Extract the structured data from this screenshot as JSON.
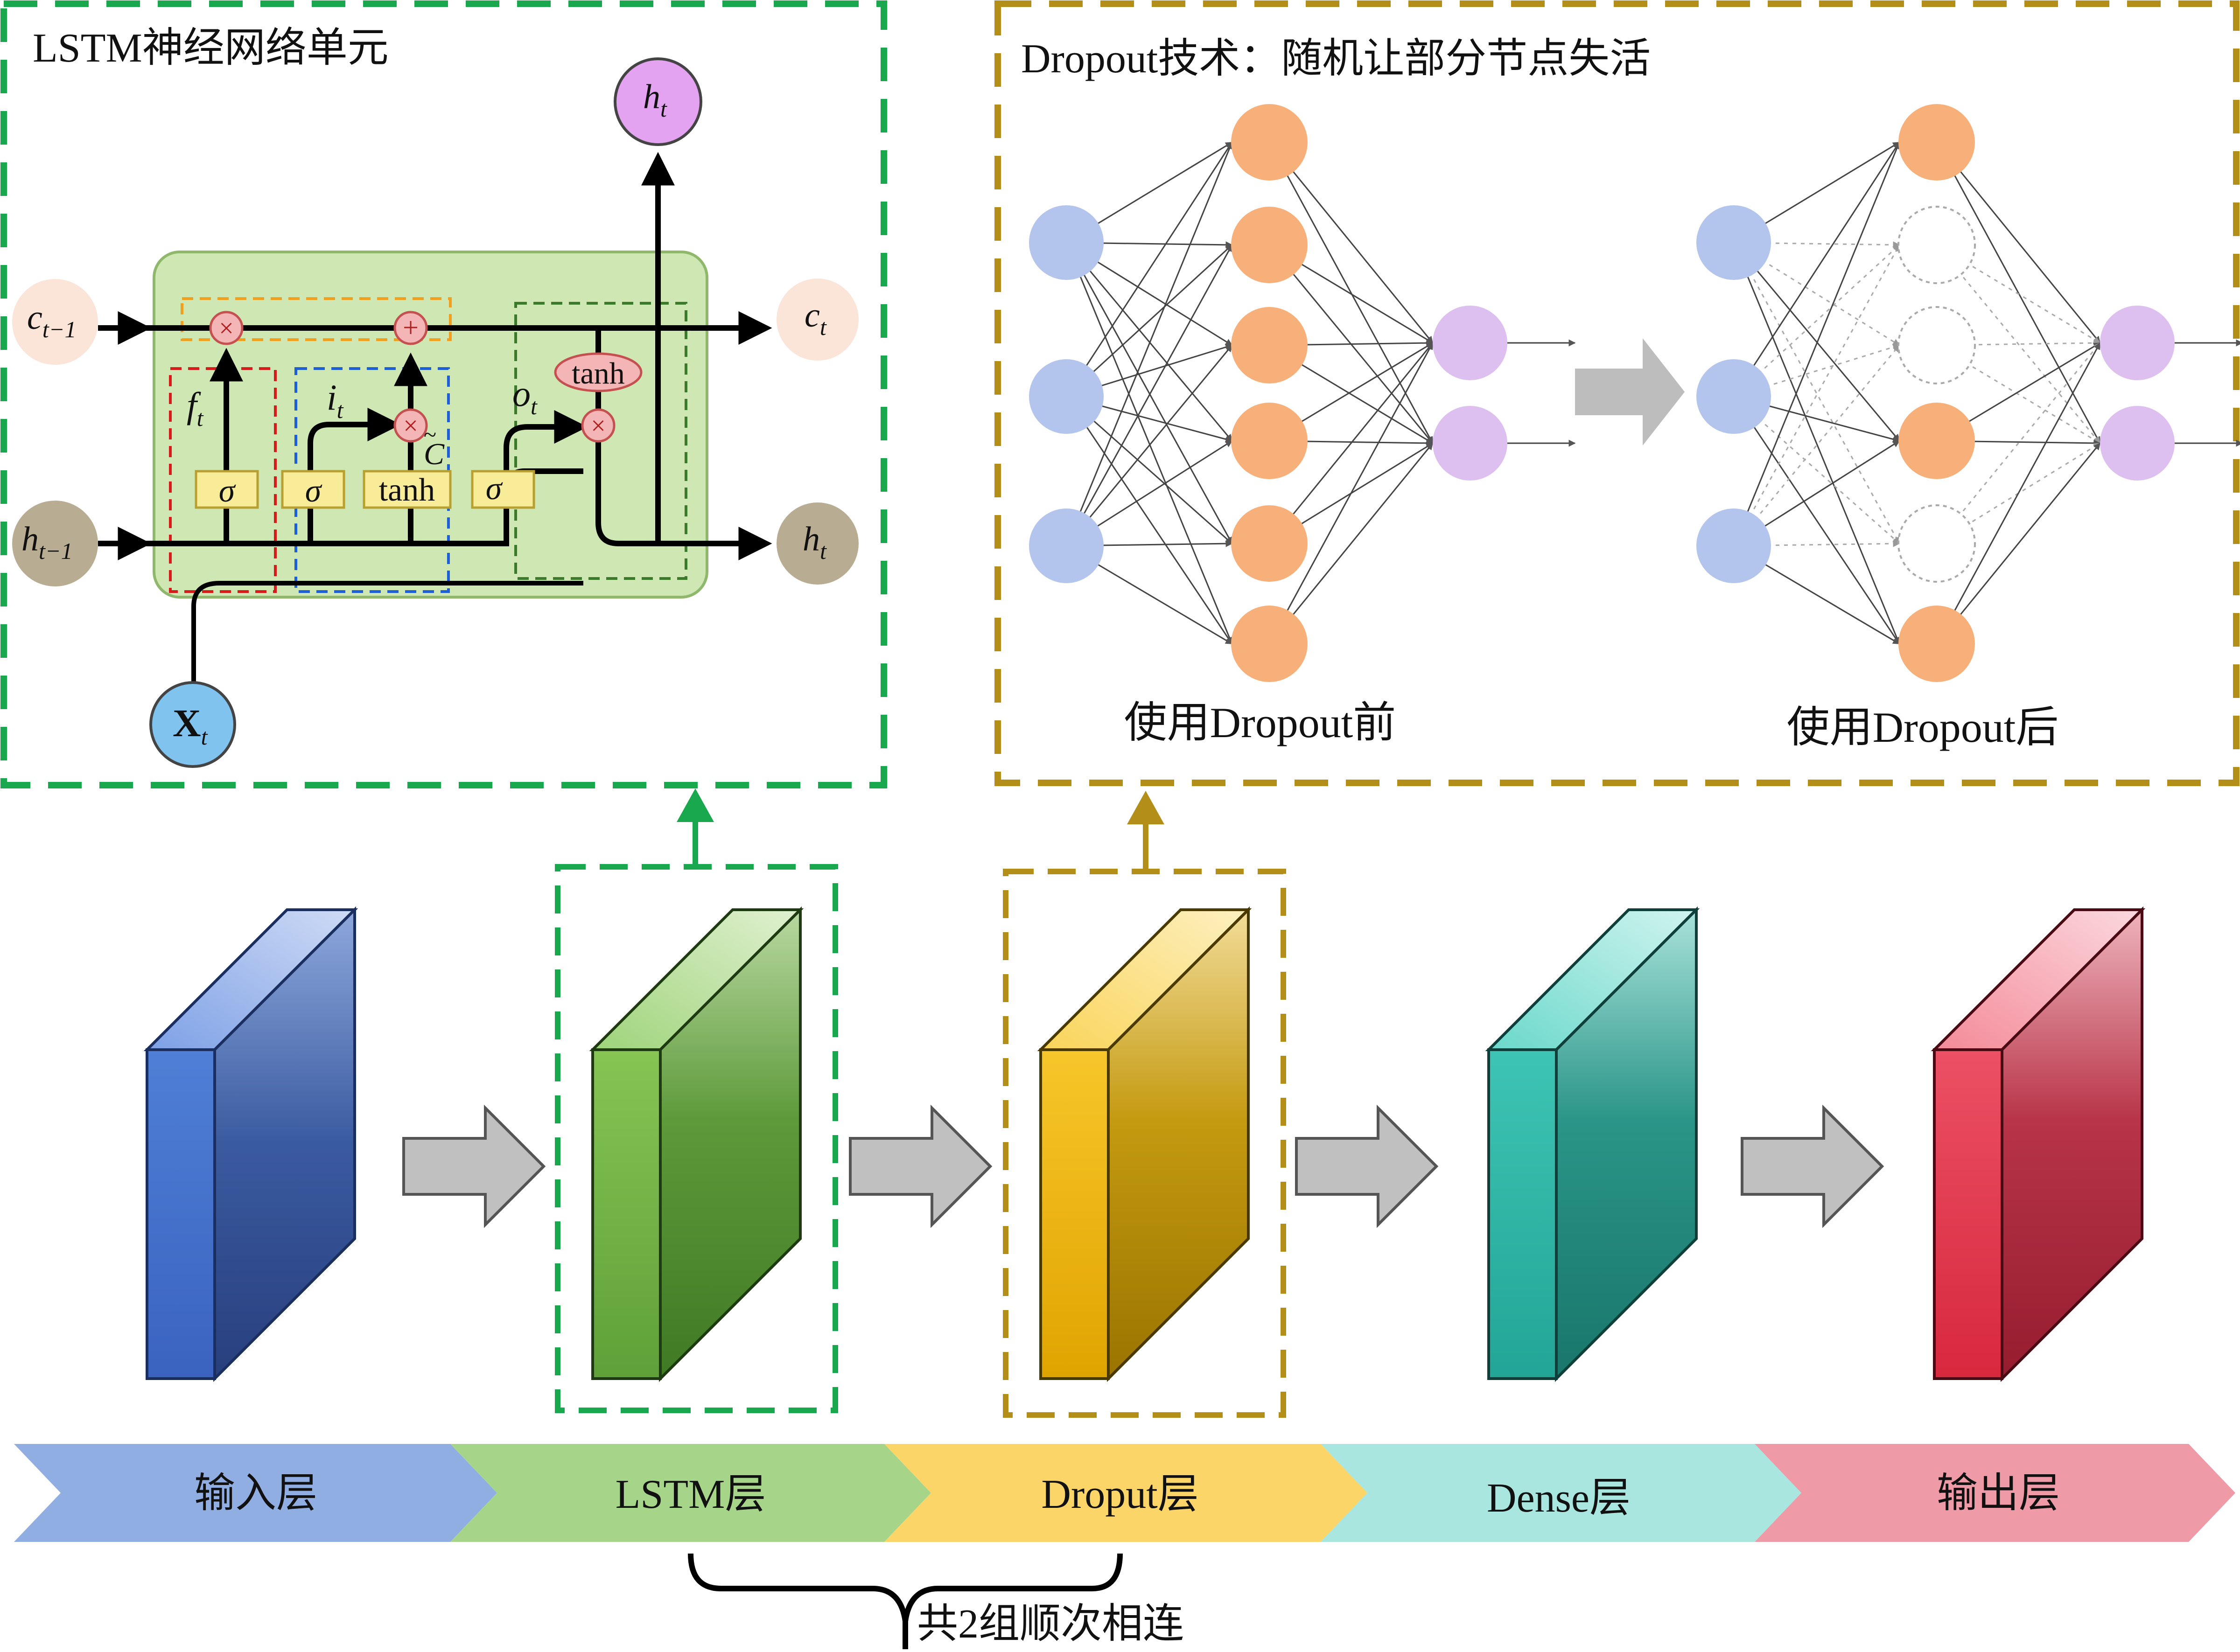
{
  "lstm_panel": {
    "title": "LSTM神经网络单元",
    "c_prev": "c",
    "c_prev_sub": "t−1",
    "c_next": "c",
    "c_next_sub": "t",
    "h_prev": "h",
    "h_prev_sub": "t−1",
    "h_out_right": "h",
    "h_out_right_sub": "t",
    "h_out_top": "h",
    "h_out_top_sub": "t",
    "x_input": "X",
    "x_input_sub": "t",
    "forget_gate_label": "f",
    "forget_gate_sub": "t",
    "input_gate_label": "i",
    "input_gate_sub": "t",
    "output_gate_label": "o",
    "output_gate_sub": "t",
    "candidate_label": "C",
    "sigma_1": "σ",
    "sigma_2": "σ",
    "sigma_3": "σ",
    "tanh_box": "tanh",
    "tanh_oval": "tanh",
    "mult_symbol": "×",
    "add_symbol": "+"
  },
  "dropout_panel": {
    "title": "Dropout技术：随机让部分节点失活",
    "before_label": "使用Dropout前",
    "after_label": "使用Dropout后"
  },
  "pipeline": {
    "stages": [
      "输入层",
      "LSTM层",
      "Droput层",
      "Dense层",
      "输出层"
    ],
    "brace_label": "共2组顺次相连"
  },
  "colors": {
    "lstm_frame": "#1aa84f",
    "dropout_frame": "#b38f1a",
    "input_blue": "#2f56a8",
    "lstm_green": "#4f9a35",
    "dropout_gold": "#c99a0a",
    "dense_teal": "#249c90",
    "output_red": "#c12d40",
    "node_blue": "#b3c5ec",
    "node_orange": "#f7b07a",
    "node_purple": "#ddc0f0"
  }
}
